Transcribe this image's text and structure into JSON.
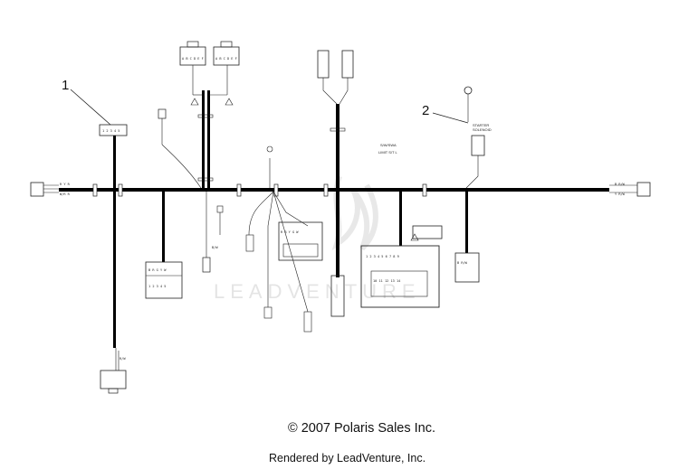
{
  "callouts": {
    "one": "1",
    "two": "2"
  },
  "labels": {
    "starter_solenoid_1": "STARTER",
    "starter_solenoid_2": "SOLENOID",
    "limit_switch_1": "S/W/SWA",
    "limit_switch_2": "LIMIT S/T L"
  },
  "watermark": "LEADVENTURE",
  "copyright": "© 2007 Polaris Sales Inc.",
  "rendered_by": "Rendered by LeadVenture, Inc.",
  "colors": {
    "wire": "#000000",
    "line": "#222222",
    "watermark": "#e2e2e2"
  }
}
